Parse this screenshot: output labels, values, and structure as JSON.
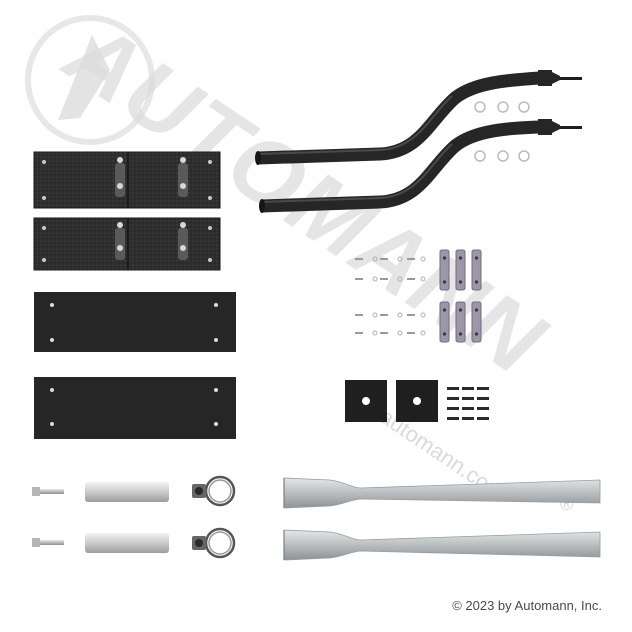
{
  "watermark": {
    "brand_text": "AUTOMANN",
    "url_text": "automann.com",
    "registered_mark": "®"
  },
  "footer": {
    "copyright": "© 2023 by Automann, Inc."
  },
  "colors": {
    "background": "#ffffff",
    "bracket": "#2b2b2b",
    "rod": "#2a2a2a",
    "tube_metal": "#b8bbbd",
    "watermark": "#d9d9d9"
  }
}
